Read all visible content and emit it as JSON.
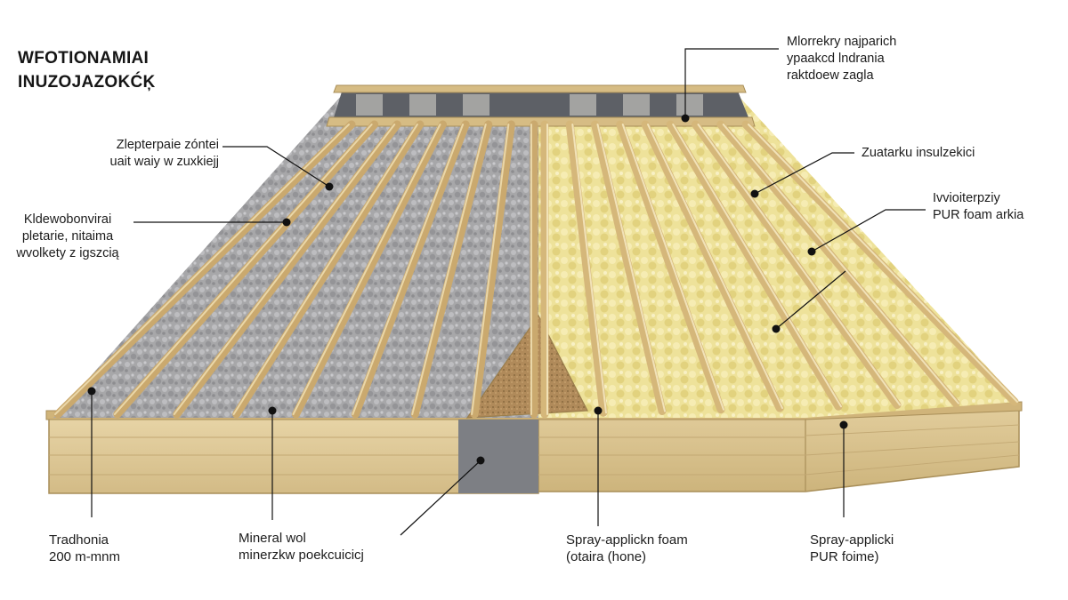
{
  "title": {
    "line1": "WFOTIONAMIAI",
    "line2": "INUZOJAZOKĆĶ"
  },
  "labels": {
    "top_right": [
      "Mlorrekry najparich",
      "ypaakcd lndrania",
      "raktdoew zagla"
    ],
    "left_1": [
      "Zlepterpaie zóntei",
      "uait waiy w zuxkiejj"
    ],
    "left_2": [
      "Kldewobonvirai",
      "pletarie, nitaima",
      "wvolkety z igszcią"
    ],
    "right_1": [
      "Zuatarku insulzekici"
    ],
    "right_2": [
      "Ivvioiterpziy",
      "PUR foam arkia"
    ],
    "bottom_1": [
      "Tradhonia",
      "200 m-mnm"
    ],
    "bottom_2": [
      "Mineral wol",
      "minerzkw poekcuicicj"
    ],
    "bottom_3": [
      "Spray-applickn foam",
      "(otaira (hone)"
    ],
    "bottom_4": [
      "Spray-applicki",
      "PUR foime)"
    ]
  },
  "colors": {
    "wood": "#d8c08c",
    "wood_dark": "#b59a62",
    "mineral_wool": "#a9a9a9",
    "pur_foam": "#efe39a",
    "membrane": "#5a5d63"
  }
}
